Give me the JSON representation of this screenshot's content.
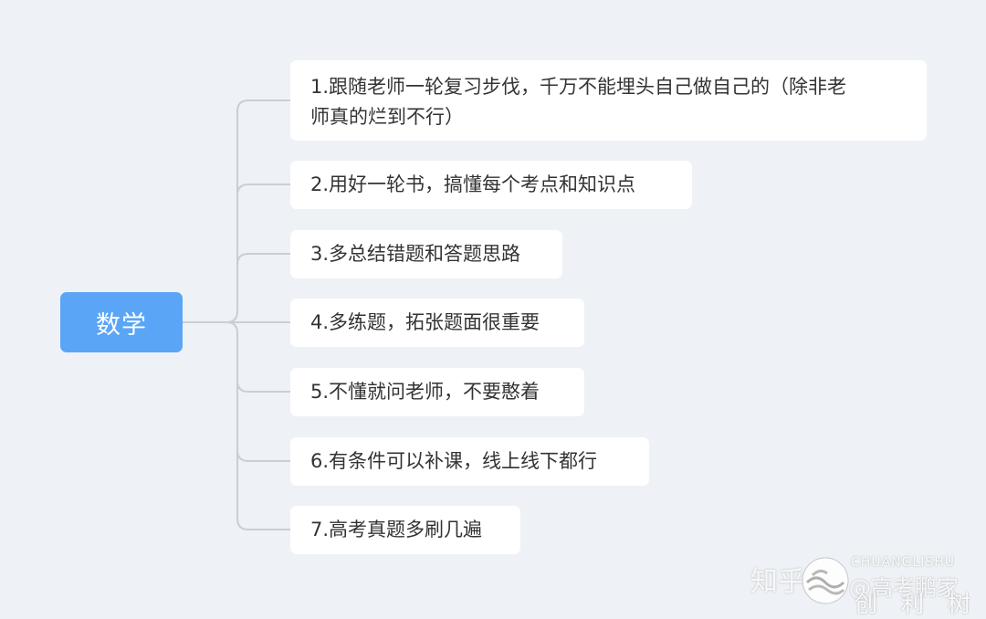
{
  "mindmap": {
    "root": {
      "label": "数学"
    },
    "branches": [
      {
        "line1": "1.跟随老师一轮复习步伐，千万不能埋头自己做自己的（除非老",
        "line2": "师真的烂到不行）"
      },
      {
        "line1": "2.用好一轮书，搞懂每个考点和知识点"
      },
      {
        "line1": "3.多总结错题和答题思路"
      },
      {
        "line1": "4.多练题，拓张题面很重要"
      },
      {
        "line1": "5.不懂就问老师，不要憨着"
      },
      {
        "line1": "6.有条件可以补课，线上线下都行"
      },
      {
        "line1": "7.高考真题多刷几遍"
      }
    ]
  },
  "watermark": {
    "zhihu": "知乎",
    "latin": "CHUANGLISHU",
    "handle": "@高考鹏家",
    "brand": "创利树",
    "logo_icon": "cloud-wave-logo-icon"
  },
  "colors": {
    "background": "#eef2f6",
    "root_fill": "#5aa5f5",
    "branch_fill": "#ffffff",
    "connector": "#c9ced4",
    "text": "#333333"
  }
}
